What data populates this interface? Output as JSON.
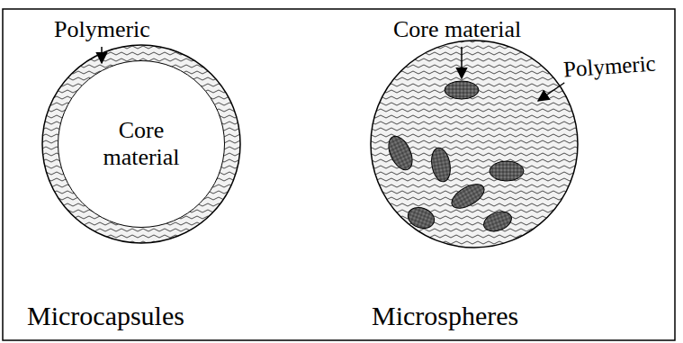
{
  "diagram": {
    "nodes": [
      {
        "text": [
          "Core material"
        ]
      }
    ],
    "labels": [
      "Polymeric",
      "Core material",
      "Polymeric",
      "Microcapsules",
      "Microspheres"
    ]
  }
}
